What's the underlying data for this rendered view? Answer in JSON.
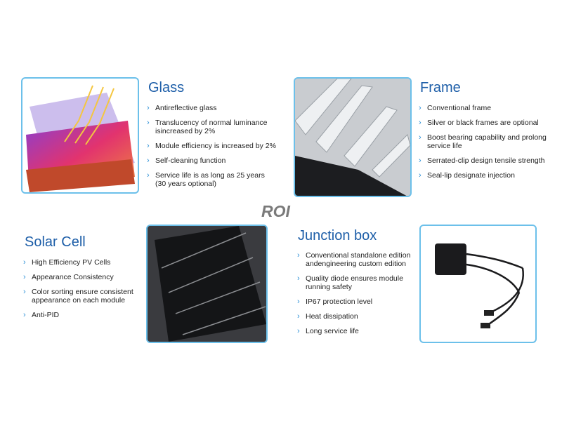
{
  "watermark": "ROI",
  "sections": {
    "glass": {
      "title": "Glass",
      "items": [
        "Antireflective glass",
        "Translucency of normal luminance isincreased by 2%",
        "Module efficiency is increased by 2%",
        "Self-cleaning function",
        "Service life is as long as 25 years (30 years optional)"
      ]
    },
    "frame": {
      "title": "Frame",
      "items": [
        "Conventional frame",
        "Silver or black frames are optional",
        "Boost bearing capability and prolong service life",
        "Serrated-clip design tensile strength",
        "Seal-lip designate injection"
      ]
    },
    "solar_cell": {
      "title": "Solar Cell",
      "items": [
        "High Efficiency PV Cells",
        "Appearance Consistency",
        "Color sorting ensure consistent appearance on each module",
        "Anti-PID"
      ]
    },
    "junction_box": {
      "title": "Junction box",
      "items": [
        "Conventional standalone edition andengineering custom edition",
        "Quality diode ensures module running safety",
        "IP67 protection level",
        "Heat dissipation",
        "Long service life"
      ]
    }
  },
  "colors": {
    "title": "#1d5ea8",
    "border": "#6cc0ea",
    "chevron": "#2a8fd6"
  }
}
